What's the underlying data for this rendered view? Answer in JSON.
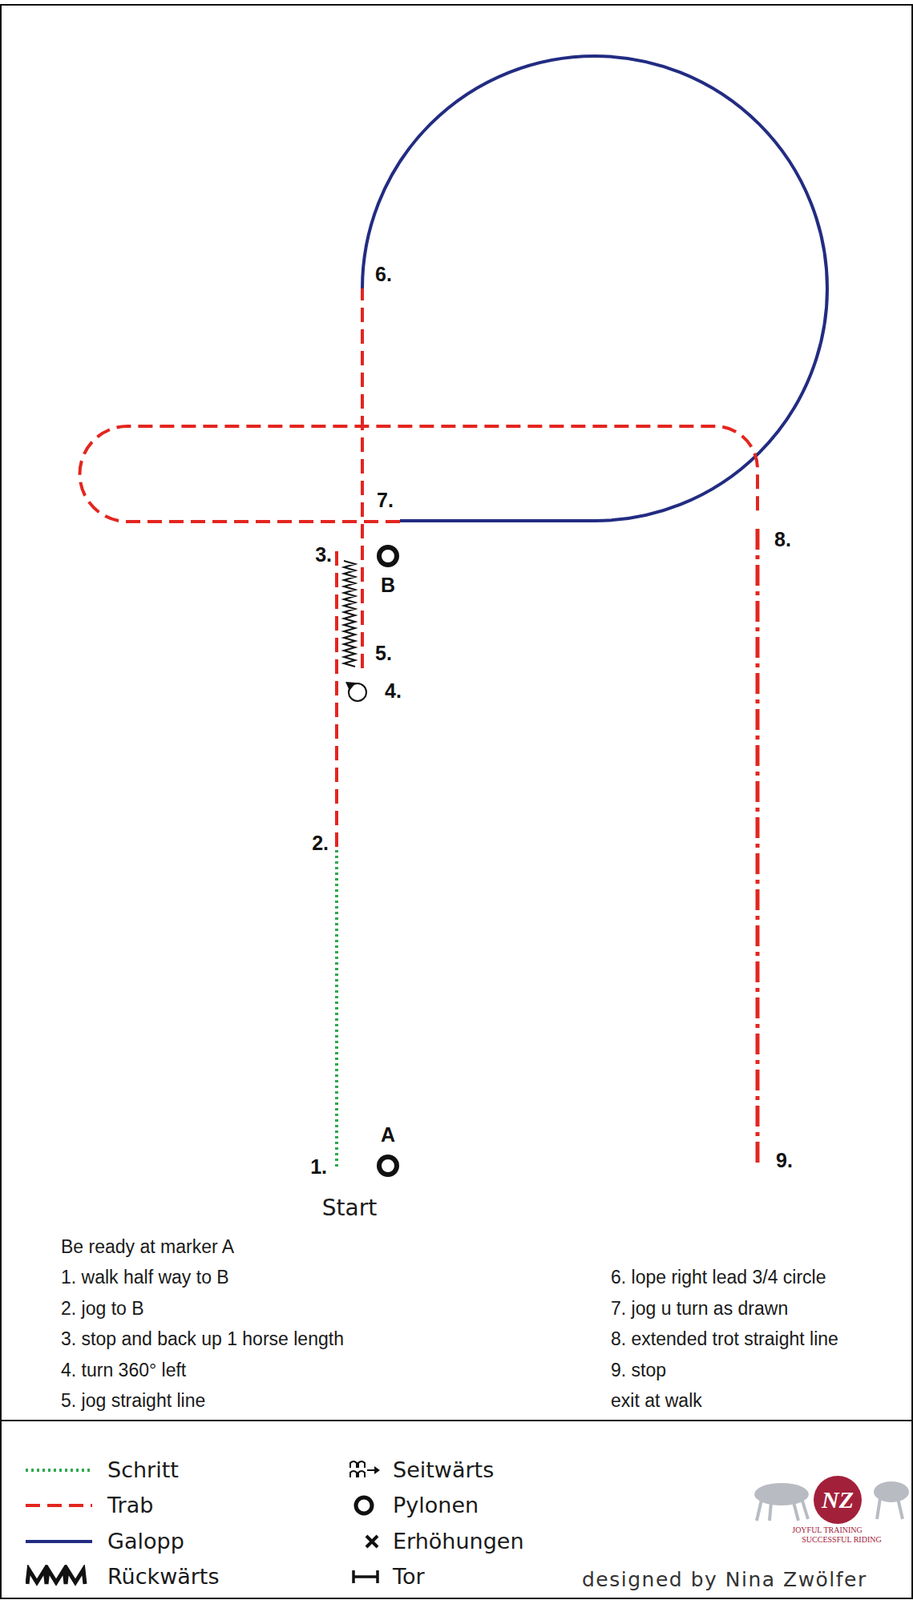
{
  "diagram": {
    "nodes": [
      {
        "text": [
          "B"
        ]
      },
      {
        "text": [
          "A"
        ]
      }
    ],
    "labels": [
      "1.",
      "2.",
      "3.",
      "4.",
      "5.",
      "6.",
      "7.",
      "8.",
      "9.",
      "Start",
      "Be ready at marker A",
      "1. walk half way to B",
      "2. jog to B",
      "3. stop and back up 1 horse length",
      "4. turn 360° left",
      "5. jog straight line",
      "6. lope right lead 3/4 circle",
      "7. jog u turn as drawn",
      "8. extended trot straight line",
      "9. stop",
      "exit at walk",
      "NZ",
      "JOYFUL TRAINING",
      "SUCCESSFUL RIDING",
      "designed by Nina Zwölfer"
    ],
    "legend": [
      {
        "text": "Schritt"
      },
      {
        "text": "Trab"
      },
      {
        "text": "Galopp"
      },
      {
        "text": "Rückwärts"
      },
      {
        "text": "Seitwärts"
      },
      {
        "text": "Pylonen"
      },
      {
        "text": "Erhöhungen"
      },
      {
        "text": "Tor"
      }
    ]
  }
}
